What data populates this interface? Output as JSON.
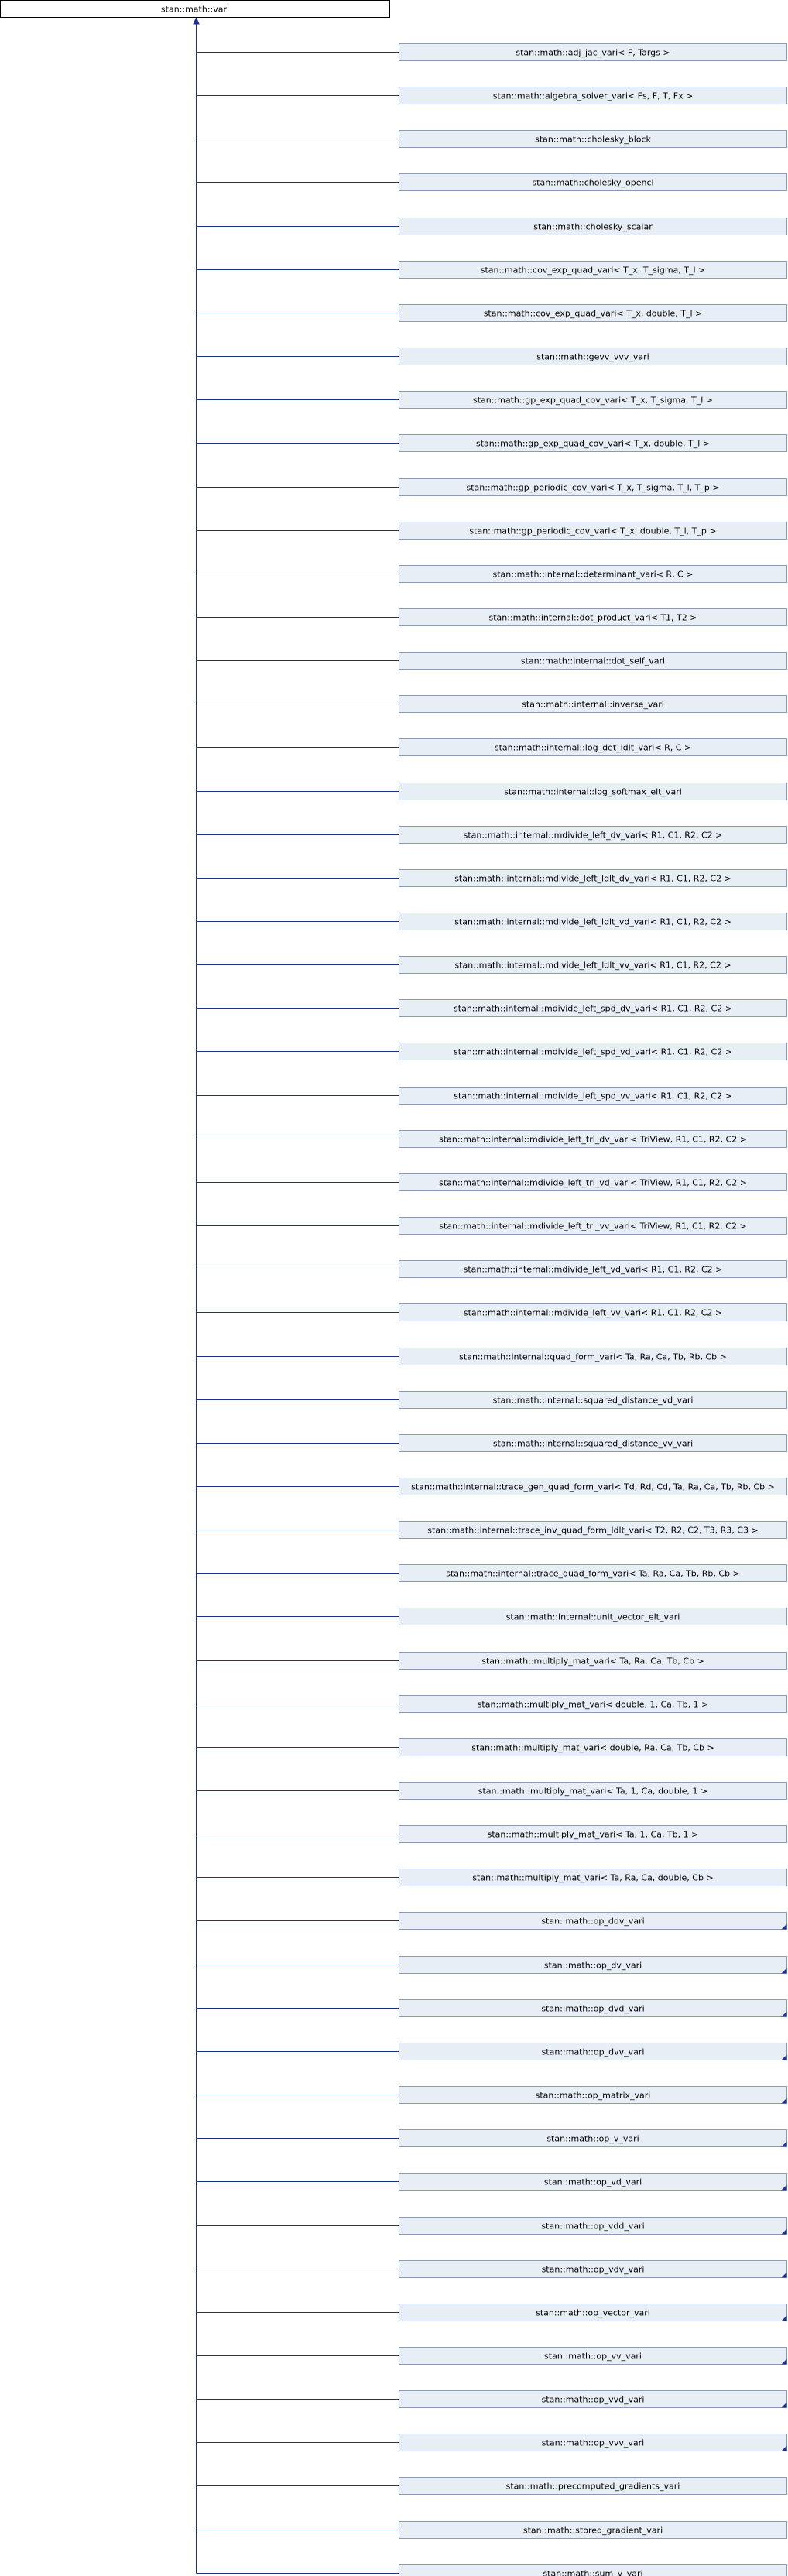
{
  "diagram": {
    "base_class": "stan::math::vari",
    "colors": {
      "base_fill": "#ffffff",
      "base_stroke": "#000000",
      "child_fill": "#e8eef6",
      "child_stroke": "#8a9bb5",
      "text": "#000000",
      "edge": "#1c2f8f",
      "corner_mark": "#1c2f8f"
    },
    "children": [
      {
        "label": "stan::math::adj_jac_vari< F, Targs >",
        "corner_mark": false
      },
      {
        "label": "stan::math::algebra_solver_vari< Fs, F, T, Fx >",
        "corner_mark": false
      },
      {
        "label": "stan::math::cholesky_block",
        "corner_mark": false
      },
      {
        "label": "stan::math::cholesky_opencl",
        "corner_mark": false
      },
      {
        "label": "stan::math::cholesky_scalar",
        "corner_mark": false
      },
      {
        "label": "stan::math::cov_exp_quad_vari< T_x, T_sigma, T_l >",
        "corner_mark": false
      },
      {
        "label": "stan::math::cov_exp_quad_vari< T_x, double, T_l >",
        "corner_mark": false
      },
      {
        "label": "stan::math::gevv_vvv_vari",
        "corner_mark": false
      },
      {
        "label": "stan::math::gp_exp_quad_cov_vari< T_x, T_sigma, T_l >",
        "corner_mark": false
      },
      {
        "label": "stan::math::gp_exp_quad_cov_vari< T_x, double, T_l >",
        "corner_mark": false
      },
      {
        "label": "stan::math::gp_periodic_cov_vari< T_x, T_sigma, T_l, T_p >",
        "corner_mark": false
      },
      {
        "label": "stan::math::gp_periodic_cov_vari< T_x, double, T_l, T_p >",
        "corner_mark": false
      },
      {
        "label": "stan::math::internal::determinant_vari< R, C >",
        "corner_mark": false
      },
      {
        "label": "stan::math::internal::dot_product_vari< T1, T2 >",
        "corner_mark": false
      },
      {
        "label": "stan::math::internal::dot_self_vari",
        "corner_mark": false
      },
      {
        "label": "stan::math::internal::inverse_vari",
        "corner_mark": false
      },
      {
        "label": "stan::math::internal::log_det_ldlt_vari< R, C >",
        "corner_mark": false
      },
      {
        "label": "stan::math::internal::log_softmax_elt_vari",
        "corner_mark": false
      },
      {
        "label": "stan::math::internal::mdivide_left_dv_vari< R1, C1, R2, C2 >",
        "corner_mark": false
      },
      {
        "label": "stan::math::internal::mdivide_left_ldlt_dv_vari< R1, C1, R2, C2 >",
        "corner_mark": false
      },
      {
        "label": "stan::math::internal::mdivide_left_ldlt_vd_vari< R1, C1, R2, C2 >",
        "corner_mark": false
      },
      {
        "label": "stan::math::internal::mdivide_left_ldlt_vv_vari< R1, C1, R2, C2 >",
        "corner_mark": false
      },
      {
        "label": "stan::math::internal::mdivide_left_spd_dv_vari< R1, C1, R2, C2 >",
        "corner_mark": false
      },
      {
        "label": "stan::math::internal::mdivide_left_spd_vd_vari< R1, C1, R2, C2 >",
        "corner_mark": false
      },
      {
        "label": "stan::math::internal::mdivide_left_spd_vv_vari< R1, C1, R2, C2 >",
        "corner_mark": false
      },
      {
        "label": "stan::math::internal::mdivide_left_tri_dv_vari< TriView, R1, C1, R2, C2 >",
        "corner_mark": false
      },
      {
        "label": "stan::math::internal::mdivide_left_tri_vd_vari< TriView, R1, C1, R2, C2 >",
        "corner_mark": false
      },
      {
        "label": "stan::math::internal::mdivide_left_tri_vv_vari< TriView, R1, C1, R2, C2 >",
        "corner_mark": false
      },
      {
        "label": "stan::math::internal::mdivide_left_vd_vari< R1, C1, R2, C2 >",
        "corner_mark": false
      },
      {
        "label": "stan::math::internal::mdivide_left_vv_vari< R1, C1, R2, C2 >",
        "corner_mark": false
      },
      {
        "label": "stan::math::internal::quad_form_vari< Ta, Ra, Ca, Tb, Rb, Cb >",
        "corner_mark": false
      },
      {
        "label": "stan::math::internal::squared_distance_vd_vari",
        "corner_mark": false
      },
      {
        "label": "stan::math::internal::squared_distance_vv_vari",
        "corner_mark": false
      },
      {
        "label": "stan::math::internal::trace_gen_quad_form_vari< Td, Rd, Cd, Ta, Ra, Ca, Tb, Rb, Cb >",
        "corner_mark": false
      },
      {
        "label": "stan::math::internal::trace_inv_quad_form_ldlt_vari< T2, R2, C2, T3, R3, C3 >",
        "corner_mark": false
      },
      {
        "label": "stan::math::internal::trace_quad_form_vari< Ta, Ra, Ca, Tb, Rb, Cb >",
        "corner_mark": false
      },
      {
        "label": "stan::math::internal::unit_vector_elt_vari",
        "corner_mark": false
      },
      {
        "label": "stan::math::multiply_mat_vari< Ta, Ra, Ca, Tb, Cb >",
        "corner_mark": false
      },
      {
        "label": "stan::math::multiply_mat_vari< double, 1, Ca, Tb, 1 >",
        "corner_mark": false
      },
      {
        "label": "stan::math::multiply_mat_vari< double, Ra, Ca, Tb, Cb >",
        "corner_mark": false
      },
      {
        "label": "stan::math::multiply_mat_vari< Ta, 1, Ca, double, 1 >",
        "corner_mark": false
      },
      {
        "label": "stan::math::multiply_mat_vari< Ta, 1, Ca, Tb, 1 >",
        "corner_mark": false
      },
      {
        "label": "stan::math::multiply_mat_vari< Ta, Ra, Ca, double, Cb >",
        "corner_mark": false
      },
      {
        "label": "stan::math::op_ddv_vari",
        "corner_mark": true
      },
      {
        "label": "stan::math::op_dv_vari",
        "corner_mark": true
      },
      {
        "label": "stan::math::op_dvd_vari",
        "corner_mark": true
      },
      {
        "label": "stan::math::op_dvv_vari",
        "corner_mark": true
      },
      {
        "label": "stan::math::op_matrix_vari",
        "corner_mark": true
      },
      {
        "label": "stan::math::op_v_vari",
        "corner_mark": true
      },
      {
        "label": "stan::math::op_vd_vari",
        "corner_mark": true
      },
      {
        "label": "stan::math::op_vdd_vari",
        "corner_mark": true
      },
      {
        "label": "stan::math::op_vdv_vari",
        "corner_mark": true
      },
      {
        "label": "stan::math::op_vector_vari",
        "corner_mark": true
      },
      {
        "label": "stan::math::op_vv_vari",
        "corner_mark": true
      },
      {
        "label": "stan::math::op_vvd_vari",
        "corner_mark": true
      },
      {
        "label": "stan::math::op_vvv_vari",
        "corner_mark": true
      },
      {
        "label": "stan::math::precomputed_gradients_vari",
        "corner_mark": false
      },
      {
        "label": "stan::math::stored_gradient_vari",
        "corner_mark": false
      },
      {
        "label": "stan::math::sum_v_vari",
        "corner_mark": false
      }
    ]
  }
}
